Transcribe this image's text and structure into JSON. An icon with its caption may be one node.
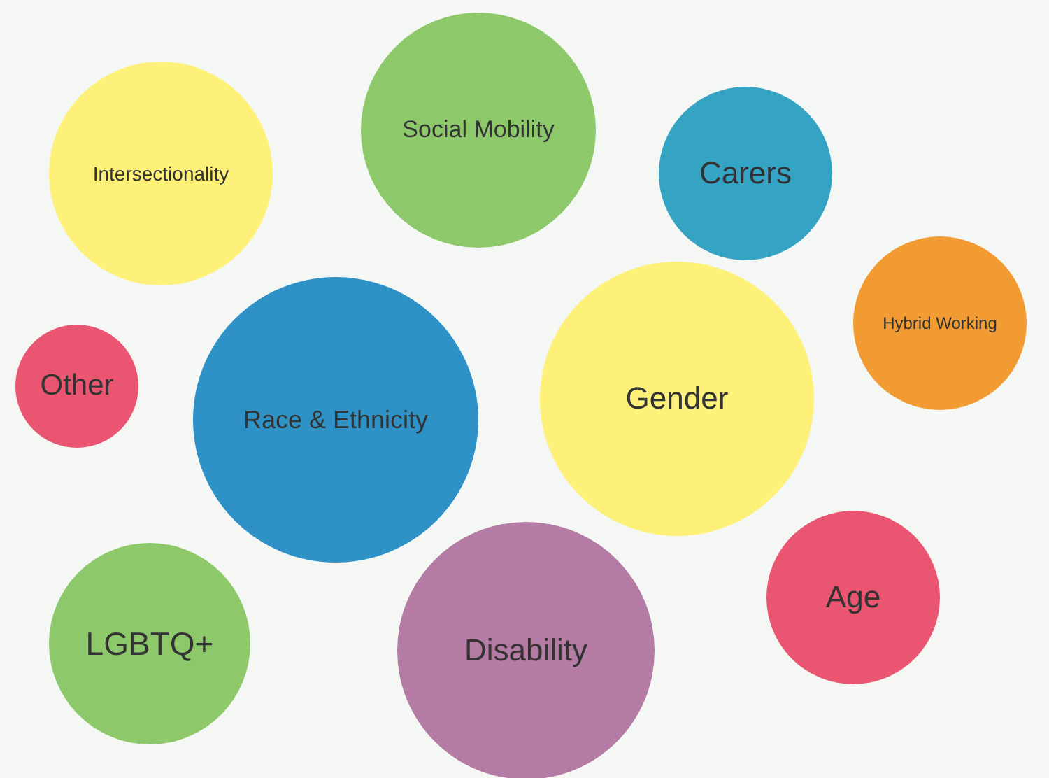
{
  "diagram": {
    "nodes": [
      {
        "text": [
          "Social Mobility"
        ]
      },
      {
        "text": [
          "Intersectionality"
        ]
      },
      {
        "text": [
          "Carers"
        ]
      },
      {
        "text": [
          "Hybrid Working"
        ]
      },
      {
        "text": [
          "Other"
        ]
      },
      {
        "text": [
          "Race & Ethnicity"
        ]
      },
      {
        "text": [
          "Gender"
        ]
      },
      {
        "text": [
          "Age"
        ]
      },
      {
        "text": [
          "LGBTQ+"
        ]
      },
      {
        "text": [
          "Disability"
        ]
      }
    ]
  }
}
